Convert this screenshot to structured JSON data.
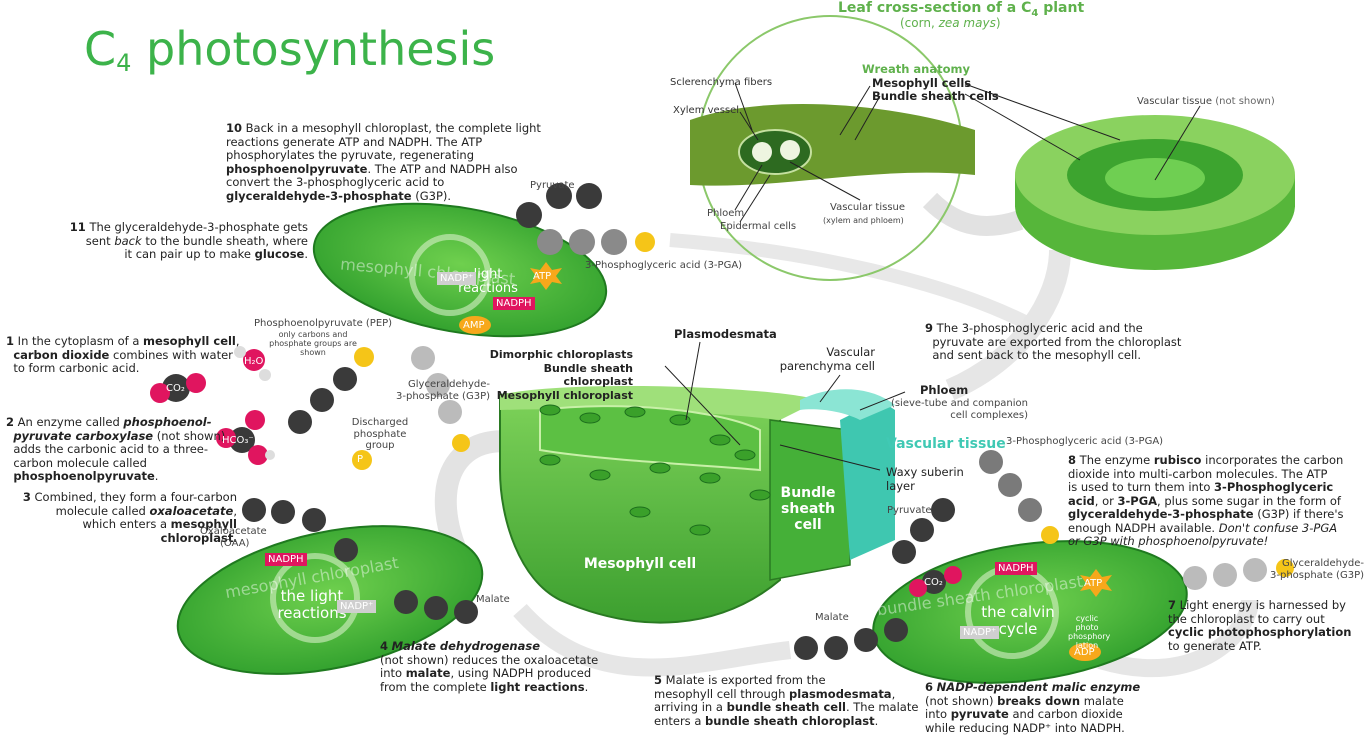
{
  "title": {
    "main": "C",
    "sub": "4",
    "rest": " photosynthesis"
  },
  "leaf": {
    "title_main": "Leaf cross-section of a C",
    "title_sub": "4",
    "title_rest": " plant",
    "subtitle_a": "(corn, ",
    "subtitle_b": "zea mays",
    "subtitle_c": ")",
    "sclerenchyma": "Sclerenchyma fibers",
    "xylem": "Xylem vessel",
    "wreath": "Wreath anatomy",
    "mesophyll_cells": "Mesophyll cells",
    "bundle_sheath_cells": "Bundle sheath cells",
    "vascular_tissue_ns": "Vascular tissue",
    "not_shown": "(not shown)",
    "phloem": "Phloem",
    "epidermal": "Epidermal cells",
    "vascular_tissue": "Vascular tissue",
    "vascular_sub": "(xylem and phloem)"
  },
  "steps": {
    "s1": {
      "num": "1",
      "a": "In the cytoplasm of a ",
      "b": "mesophyll cell",
      "c": ",",
      "d": "carbon dioxide",
      "e": " combines with water",
      "f": "to form carbonic acid."
    },
    "s2": {
      "num": "2",
      "a": "An enzyme called ",
      "b": "phosphoenol-",
      "c": "pyruvate carboxylase",
      "d": " (not shown)",
      "e": "adds the carbonic acid to a three-",
      "f": "carbon molecule called",
      "g": "phosphoenolpyruvate",
      "h": "."
    },
    "s3": {
      "num": "3",
      "a": "Combined, they form a four-carbon",
      "b": "molecule called ",
      "c": "oxaloacetate",
      "d": ",",
      "e": "which enters a ",
      "f": "mesophyll",
      "g": "chloroplast",
      "h": "."
    },
    "s4": {
      "num": "4",
      "a": "Malate dehydrogenase",
      "b": "(not shown) reduces the oxaloacetate",
      "c": "into ",
      "d": "malate",
      "e": ", using NADPH produced",
      "f": "from the complete ",
      "g": "light reactions",
      "h": "."
    },
    "s5": {
      "num": "5",
      "a": "Malate is exported from the",
      "b": "mesophyll cell through ",
      "c": "plasmodesmata",
      "d": ",",
      "e": "arriving in a ",
      "f": "bundle sheath cell",
      "g": ". The malate",
      "h": "enters a ",
      "i": "bundle sheath chloroplast",
      "j": "."
    },
    "s6": {
      "num": "6",
      "a": "NADP-dependent malic enzyme",
      "b": "(not shown) ",
      "c": "breaks down",
      "d": " malate",
      "e": "into ",
      "f": "pyruvate",
      "g": " and carbon dioxide",
      "h": "while reducing NADP⁺ into NADPH."
    },
    "s7": {
      "num": "7",
      "a": "Light energy is harnessed by",
      "b": "the chloroplast to carry out",
      "c": "cyclic photophosphorylation",
      "d": "to generate ATP."
    },
    "s8": {
      "num": "8",
      "a": "The enzyme ",
      "b": "rubisco",
      "c": " incorporates the carbon",
      "d": "dioxide into multi-carbon molecules. The ATP",
      "e": "is used to turn them into ",
      "f": "3-Phosphoglyceric",
      "g": "acid",
      "h": ", or ",
      "i": "3-PGA",
      "j": ", plus some sugar in the form of",
      "k": "glyceraldehyde-3-phosphate",
      "l": " (G3P) if there's",
      "m": "enough NADPH available. ",
      "n": "Don't confuse 3-PGA",
      "o": "or G3P with phosphoenolpyruvate!"
    },
    "s9": {
      "num": "9",
      "a": "The 3-phosphoglyceric acid and the",
      "b": "pyruvate are exported from the chloroplast",
      "c": "and sent back to the mesophyll cell."
    },
    "s10": {
      "num": "10",
      "a": "Back in a mesophyll chloroplast, the complete light",
      "b": "reactions generate ATP and NADPH. The ATP",
      "c": "phosphorylates the pyruvate, regenerating",
      "d": "phosphoenolpyruvate",
      "e": ". The ATP and NADPH also",
      "f": "convert the 3-phosphoglyceric acid to",
      "g": "glyceraldehyde-3-phosphate",
      "h": " (G3P)."
    },
    "s11": {
      "num": "11",
      "a": "The glyceraldehyde-3-phosphate gets",
      "b": "sent ",
      "c": "back",
      "d": " to the bundle sheath, where",
      "e": "it can pair up to make ",
      "f": "glucose",
      "g": "."
    }
  },
  "molecules": {
    "pyruvate_top": "Pyruvate",
    "pga_top": "3-Phosphoglyceric acid (3-PGA)",
    "pep": "Phosphoenolpyruvate (PEP)",
    "pep_note": "only carbons and phosphate groups are shown",
    "g3p_left": "Glyceraldehyde-",
    "g3p_left2": "3-phosphate (G3P)",
    "discharged": "Discharged",
    "discharged2": "phosphate group",
    "oaa": "Oxaloacetate",
    "oaa2": "(OAA)",
    "malate_left": "Malate",
    "malate_right": "Malate",
    "pyruvate_right": "Pyruvate",
    "pga_right": "3-Phosphoglyceric acid (3-PGA)",
    "g3p_right": "Glyceraldehyde-",
    "g3p_right2": "3-phosphate (G3P)",
    "h2o": "H₂O",
    "co2": "CO₂",
    "hco3": "HCO₃⁻",
    "p": "P"
  },
  "cell": {
    "dimorphic": "Dimorphic chloroplasts",
    "bs_chloro": "Bundle sheath chloroplast",
    "meso_chloro": "Mesophyll chloroplast",
    "plasmodesmata": "Plasmodesmata",
    "vascular_par": "Vascular",
    "vascular_par2": "parenchyma cell",
    "phloem": "Phloem",
    "phloem_sub": "(sieve-tube and companion",
    "phloem_sub2": "cell complexes)",
    "vascular_tissue": "Vascular tissue",
    "waxy": "Waxy suberin",
    "layer": "layer",
    "bundle": "Bundle",
    "sheath": "sheath",
    "cellword": "cell",
    "mesophyll_cell": "Mesophyll cell"
  },
  "chloroplasts": {
    "top_ghost": "mesophyll chloroplast",
    "left_ghost": "mesophyll chloroplast",
    "right_ghost": "bundle sheath chloroplast",
    "light_reactions": "light reactions",
    "the_light": "the light",
    "reactions": "reactions",
    "the_calvin": "the calvin",
    "cycle": "cycle",
    "cyclic": "cyclic photo phosphory lation",
    "nadp": "NADP⁺",
    "nadph": "NADPH",
    "atp": "ATP",
    "amp": "AMP",
    "adp": "ADP"
  },
  "colors": {
    "green_title": "#3cb34a",
    "nadph": "#e0155f",
    "atp": "#f7a81b",
    "accent_teal": "#40c9b4"
  }
}
